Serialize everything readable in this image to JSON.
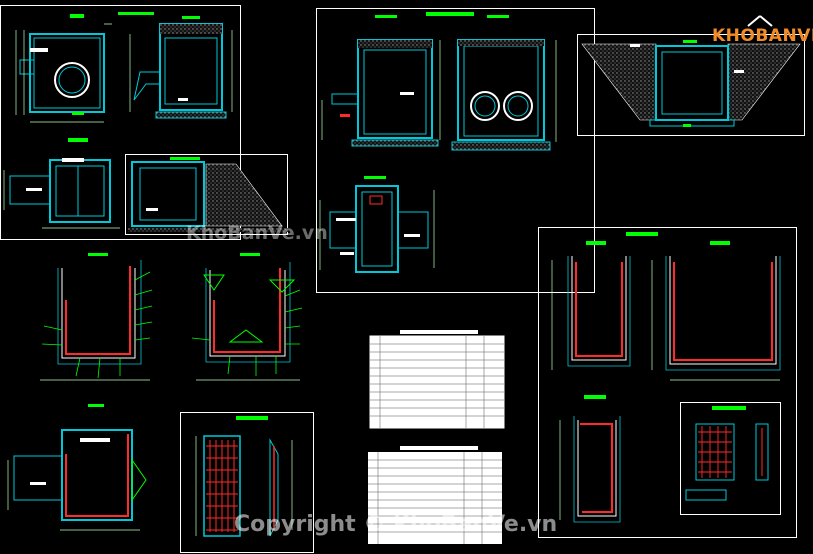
{
  "logo": {
    "text": "KHOBANVE"
  },
  "watermarks": {
    "center": "KhoBanVe.vn",
    "bottom": "Copyright © KhoBanVe.vn"
  },
  "colors": {
    "background": "#000000",
    "frame": "#ffffff",
    "wall": "#00c8d8",
    "dimension": "#b8ffb8",
    "rebar": "#ff2a2a",
    "title_bar": "#00ff00",
    "hatch": "#808080",
    "text": "#ffffff",
    "logo": "#f28c28"
  }
}
